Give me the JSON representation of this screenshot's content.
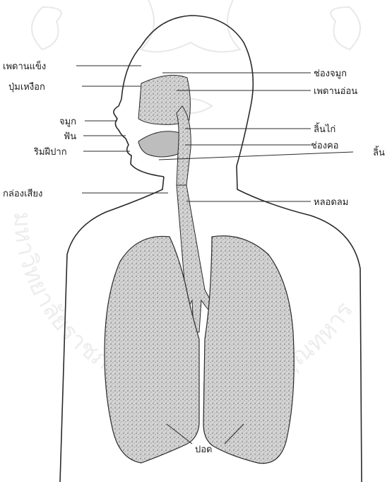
{
  "labels": {
    "hard_palate": "เพดานแข็ง",
    "gum_ridge": "ปุ่มเหงือก",
    "nose": "จมูก",
    "teeth": "ฟัน",
    "lips": "ริมฝีปาก",
    "larynx": "กล่องเสียง",
    "nasal_cavity": "ช่องจมูก",
    "soft_palate": "เพดานอ่อน",
    "uvula": "ลิ้นไก่",
    "pharynx": "ช่องคอ",
    "tongue": "ลิ้น",
    "trachea": "หลอดลม",
    "lungs": "ปอด"
  },
  "colors": {
    "line": "#2a2a2a",
    "organ_fill": "#c9c9c9",
    "organ_stipple": "#8a8a8a",
    "watermark": "#d9d9d9"
  },
  "watermark": {
    "arc_text": "มหาวิทยาลัยราชภัฏพระจอมเกล้าเจ้าคุณทหาร"
  }
}
